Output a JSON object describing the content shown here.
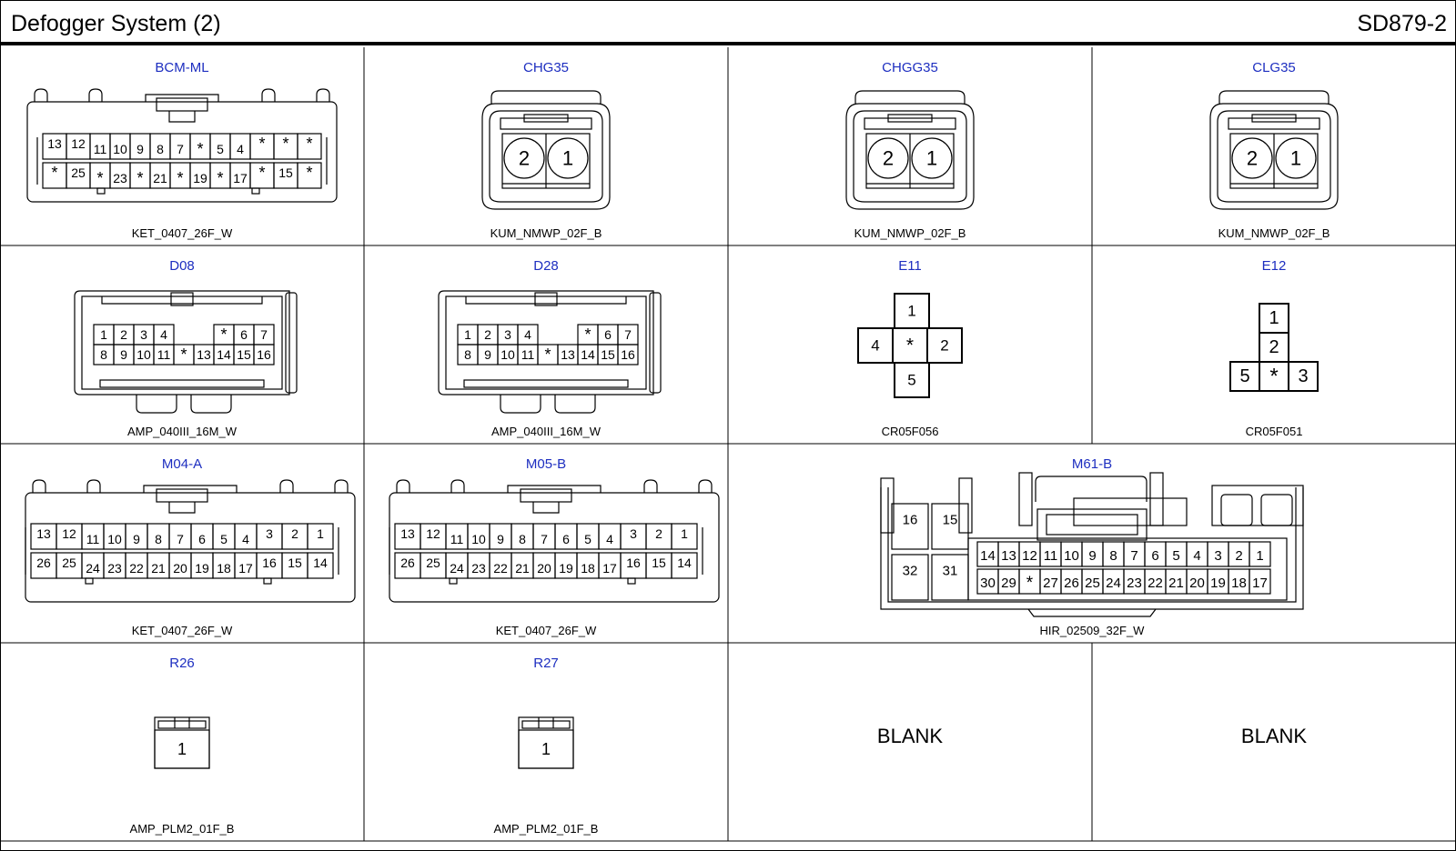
{
  "page": {
    "title": "Defogger System (2)",
    "code": "SD879-2"
  },
  "colors": {
    "connector_name": "#1d2ec0",
    "line": "#000000"
  },
  "connectors": [
    {
      "name": "BCM-ML",
      "part": "KET_0407_26F_W",
      "type": "ket26",
      "top": [
        "13",
        "12",
        "11",
        "10",
        "9",
        "8",
        "7",
        "*",
        "5",
        "4",
        "*",
        "*",
        "*"
      ],
      "bottom": [
        "*",
        "25",
        "*",
        "23",
        "*",
        "21",
        "*",
        "19",
        "*",
        "17",
        "*",
        "15",
        "*"
      ]
    },
    {
      "name": "CHG35",
      "part": "KUM_NMWP_02F_B",
      "type": "kum2",
      "pins": [
        "2",
        "1"
      ]
    },
    {
      "name": "CHGG35",
      "part": "KUM_NMWP_02F_B",
      "type": "kum2",
      "pins": [
        "2",
        "1"
      ]
    },
    {
      "name": "CLG35",
      "part": "KUM_NMWP_02F_B",
      "type": "kum2",
      "pins": [
        "2",
        "1"
      ]
    },
    {
      "name": "D08",
      "part": "AMP_040III_16M_W",
      "type": "amp16",
      "top": [
        "1",
        "2",
        "3",
        "4",
        "",
        "",
        "*",
        "6",
        "7"
      ],
      "bottom": [
        "8",
        "9",
        "10",
        "11",
        "*",
        "13",
        "14",
        "15",
        "16"
      ]
    },
    {
      "name": "D28",
      "part": "AMP_040III_16M_W",
      "type": "amp16",
      "top": [
        "1",
        "2",
        "3",
        "4",
        "",
        "",
        "*",
        "6",
        "7"
      ],
      "bottom": [
        "8",
        "9",
        "10",
        "11",
        "*",
        "13",
        "14",
        "15",
        "16"
      ]
    },
    {
      "name": "E11",
      "part": "CR05F056",
      "type": "cross",
      "top": "1",
      "left": "4",
      "center": "*",
      "right": "2",
      "bottom": "5"
    },
    {
      "name": "E12",
      "part": "CR05F051",
      "type": "tee",
      "p1": "1",
      "p2": "2",
      "left": "5",
      "center": "*",
      "right": "3"
    },
    {
      "name": "M04-A",
      "part": "KET_0407_26F_W",
      "type": "ket26",
      "top": [
        "13",
        "12",
        "11",
        "10",
        "9",
        "8",
        "7",
        "6",
        "5",
        "4",
        "3",
        "2",
        "1"
      ],
      "bottom": [
        "26",
        "25",
        "24",
        "23",
        "22",
        "21",
        "20",
        "19",
        "18",
        "17",
        "16",
        "15",
        "14"
      ]
    },
    {
      "name": "M05-B",
      "part": "KET_0407_26F_W",
      "type": "ket26",
      "top": [
        "13",
        "12",
        "11",
        "10",
        "9",
        "8",
        "7",
        "6",
        "5",
        "4",
        "3",
        "2",
        "1"
      ],
      "bottom": [
        "26",
        "25",
        "24",
        "23",
        "22",
        "21",
        "20",
        "19",
        "18",
        "17",
        "16",
        "15",
        "14"
      ]
    },
    {
      "name": "M61-B",
      "part": "HIR_02509_32F_W",
      "type": "hir32",
      "big": [
        "16",
        "15",
        "32",
        "31"
      ],
      "top": [
        "14",
        "13",
        "12",
        "11",
        "10",
        "9",
        "8",
        "7",
        "6",
        "5",
        "4",
        "3",
        "2",
        "1"
      ],
      "bottom": [
        "30",
        "29",
        "*",
        "27",
        "26",
        "25",
        "24",
        "23",
        "22",
        "21",
        "20",
        "19",
        "18",
        "17"
      ]
    },
    {
      "name": "R26",
      "part": "AMP_PLM2_01F_B",
      "type": "plm1",
      "pins": [
        "1"
      ]
    },
    {
      "name": "R27",
      "part": "AMP_PLM2_01F_B",
      "type": "plm1",
      "pins": [
        "1"
      ]
    },
    {
      "type": "blank",
      "label": "BLANK"
    },
    {
      "type": "blank",
      "label": "BLANK"
    }
  ]
}
